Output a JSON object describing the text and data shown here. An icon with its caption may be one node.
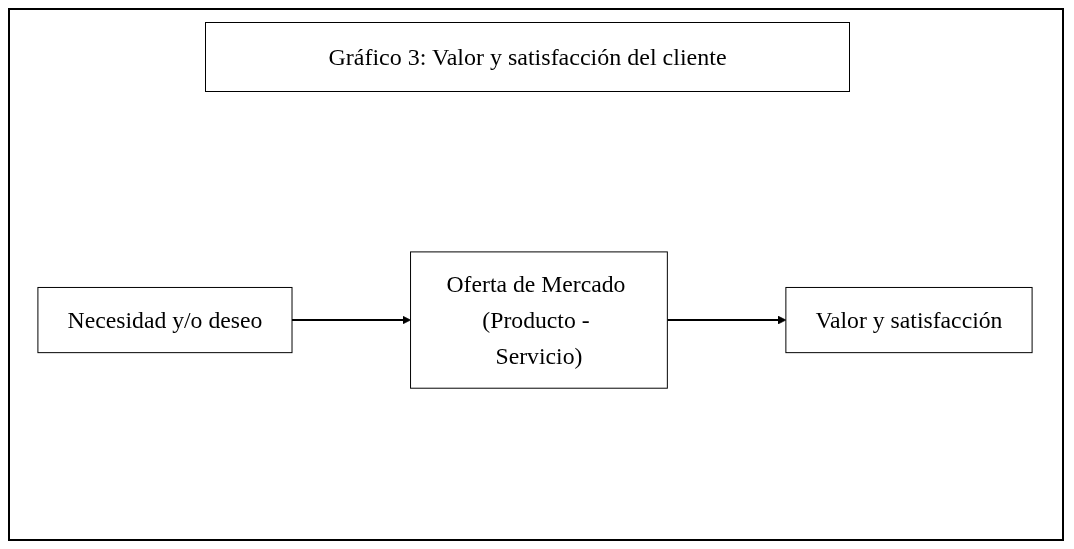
{
  "diagram": {
    "title": "Gráfico 3: Valor y satisfacción del cliente",
    "nodes": [
      {
        "text": [
          "Necesidad y/o deseo"
        ]
      },
      {
        "text": [
          "Oferta de Mercado (Producto - Servicio)"
        ]
      },
      {
        "text": [
          "Valor y satisfacción"
        ]
      }
    ],
    "edges": [
      {
        "from": 0,
        "to": 1,
        "arrow": "to"
      },
      {
        "from": 1,
        "to": 2,
        "arrow": "to"
      }
    ]
  }
}
